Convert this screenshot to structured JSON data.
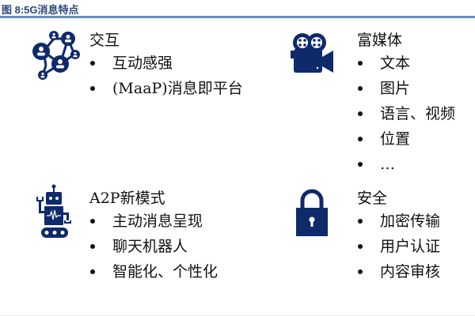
{
  "figure": {
    "title": "图 8:5G消息特点",
    "accent_color": "#0f2a6b",
    "rule_color": "#6b8fb3"
  },
  "sections": [
    {
      "icon": "network-people-icon",
      "heading": "交互",
      "items": [
        "互动感强",
        "(MaaP)消息即平台"
      ]
    },
    {
      "icon": "movie-camera-icon",
      "heading": "富媒体",
      "items": [
        "文本",
        "图片",
        "语言、视频",
        "位置",
        "…"
      ]
    },
    {
      "icon": "robot-icon",
      "heading": "A2P新模式",
      "items": [
        "主动消息呈现",
        "聊天机器人",
        "智能化、个性化"
      ]
    },
    {
      "icon": "padlock-icon",
      "heading": "安全",
      "items": [
        "加密传输",
        "用户认证",
        "内容审核"
      ]
    }
  ]
}
